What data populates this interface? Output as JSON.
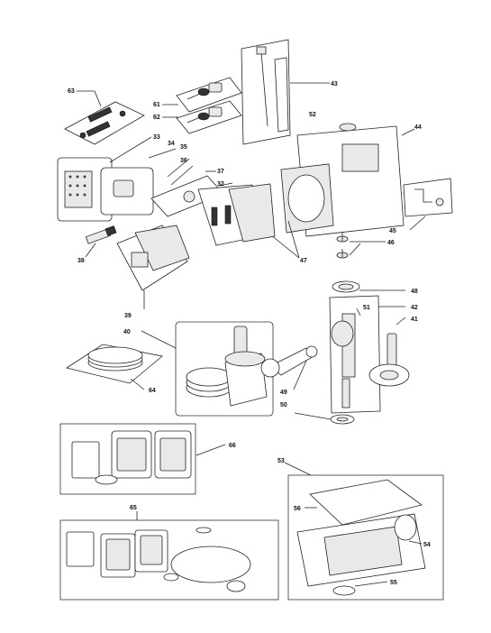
{
  "diagram": {
    "callouts": [
      {
        "id": "c63",
        "text": "63"
      },
      {
        "id": "c61",
        "text": "61"
      },
      {
        "id": "c62",
        "text": "62"
      },
      {
        "id": "c43",
        "text": "43"
      },
      {
        "id": "c52",
        "text": "52"
      },
      {
        "id": "c44",
        "text": "44"
      },
      {
        "id": "c33",
        "text": "33"
      },
      {
        "id": "c34",
        "text": "34"
      },
      {
        "id": "c35",
        "text": "35"
      },
      {
        "id": "c36",
        "text": "36"
      },
      {
        "id": "c37",
        "text": "37"
      },
      {
        "id": "c32",
        "text": "32"
      },
      {
        "id": "c45",
        "text": "45"
      },
      {
        "id": "c46",
        "text": "46"
      },
      {
        "id": "c47",
        "text": "47"
      },
      {
        "id": "c38",
        "text": "38"
      },
      {
        "id": "c39",
        "text": "39"
      },
      {
        "id": "c48",
        "text": "48"
      },
      {
        "id": "c42",
        "text": "42"
      },
      {
        "id": "c51",
        "text": "51"
      },
      {
        "id": "c41",
        "text": "41"
      },
      {
        "id": "c40",
        "text": "40"
      },
      {
        "id": "c64",
        "text": "64"
      },
      {
        "id": "c49",
        "text": "49"
      },
      {
        "id": "c50",
        "text": "50"
      },
      {
        "id": "c66",
        "text": "66"
      },
      {
        "id": "c53",
        "text": "53"
      },
      {
        "id": "c56",
        "text": "56"
      },
      {
        "id": "c65",
        "text": "65"
      },
      {
        "id": "c54",
        "text": "54"
      },
      {
        "id": "c55",
        "text": "55"
      }
    ]
  }
}
